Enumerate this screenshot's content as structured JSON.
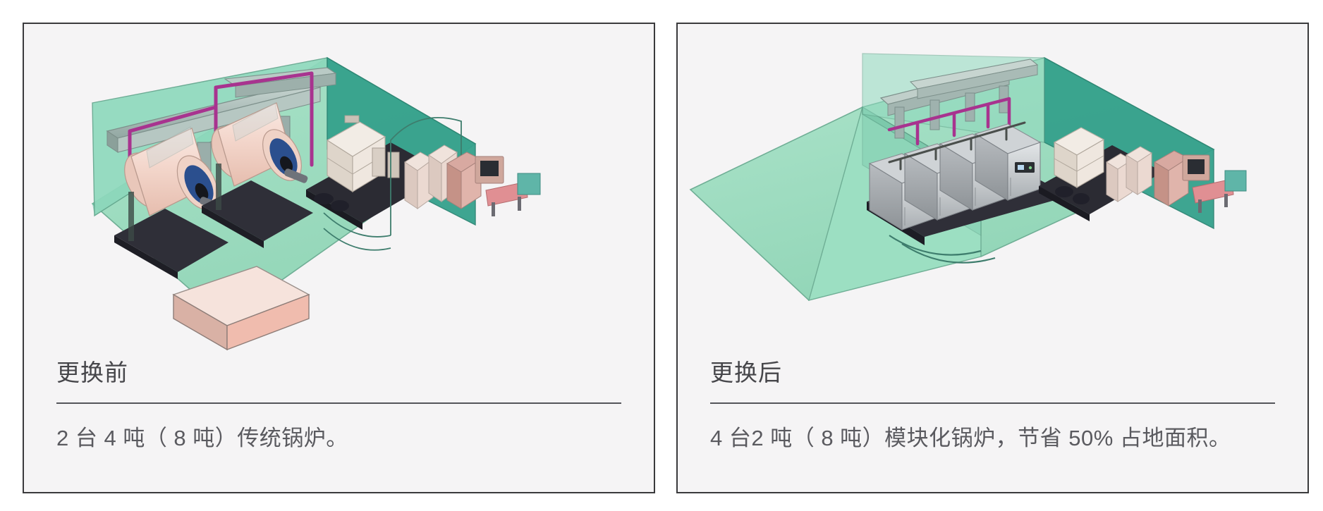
{
  "page": {
    "background_color": "#ffffff",
    "panel_background": "#f5f4f5",
    "panel_border_color": "#3a3a3c",
    "rule_color": "#54555a",
    "heading_color": "#46464a",
    "caption_color": "#5a5a5f"
  },
  "panels": [
    {
      "id": "before",
      "heading": "更换前",
      "caption": "2 台 4 吨（ 8 吨）传统锅炉。",
      "illustration": {
        "name": "boiler-room-before-illustration",
        "description": "等轴测手绘风格锅炉房，两台卧式传统锅炉",
        "floor_color": "#9fdcc0",
        "wall_back_color": "#3aa08c",
        "wall_left_color": "#8ad6bb",
        "duct_color": "#a8bdb8",
        "boiler_shell_color": "#f4d9cf",
        "burner_color": "#2b4f8e",
        "pipe_color": "#a8338f",
        "base_color": "#2f2f38",
        "tank_color": "#efe7df",
        "softener_color": "#e6a7a5",
        "boiler_count": 2
      }
    },
    {
      "id": "after",
      "heading": "更换后",
      "caption": "4 台2 吨（ 8 吨）模块化锅炉，节省 50% 占地面积。",
      "illustration": {
        "name": "boiler-room-after-illustration",
        "description": "等轴测手绘风格锅炉房，四台模块化立式锅炉，占地减半",
        "floor_color": "#9fdcc0",
        "wall_back_color": "#3aa08c",
        "wall_left_color": "#8ad6bb",
        "module_body_color": "#b9bcbe",
        "module_face_color": "#d4d7d9",
        "module_panel_color": "#2b2f33",
        "pipe_color": "#a8338f",
        "base_color": "#2f2f38",
        "tank_color": "#efe7df",
        "softener_color": "#e6a7a5",
        "boiler_count": 4
      }
    }
  ]
}
